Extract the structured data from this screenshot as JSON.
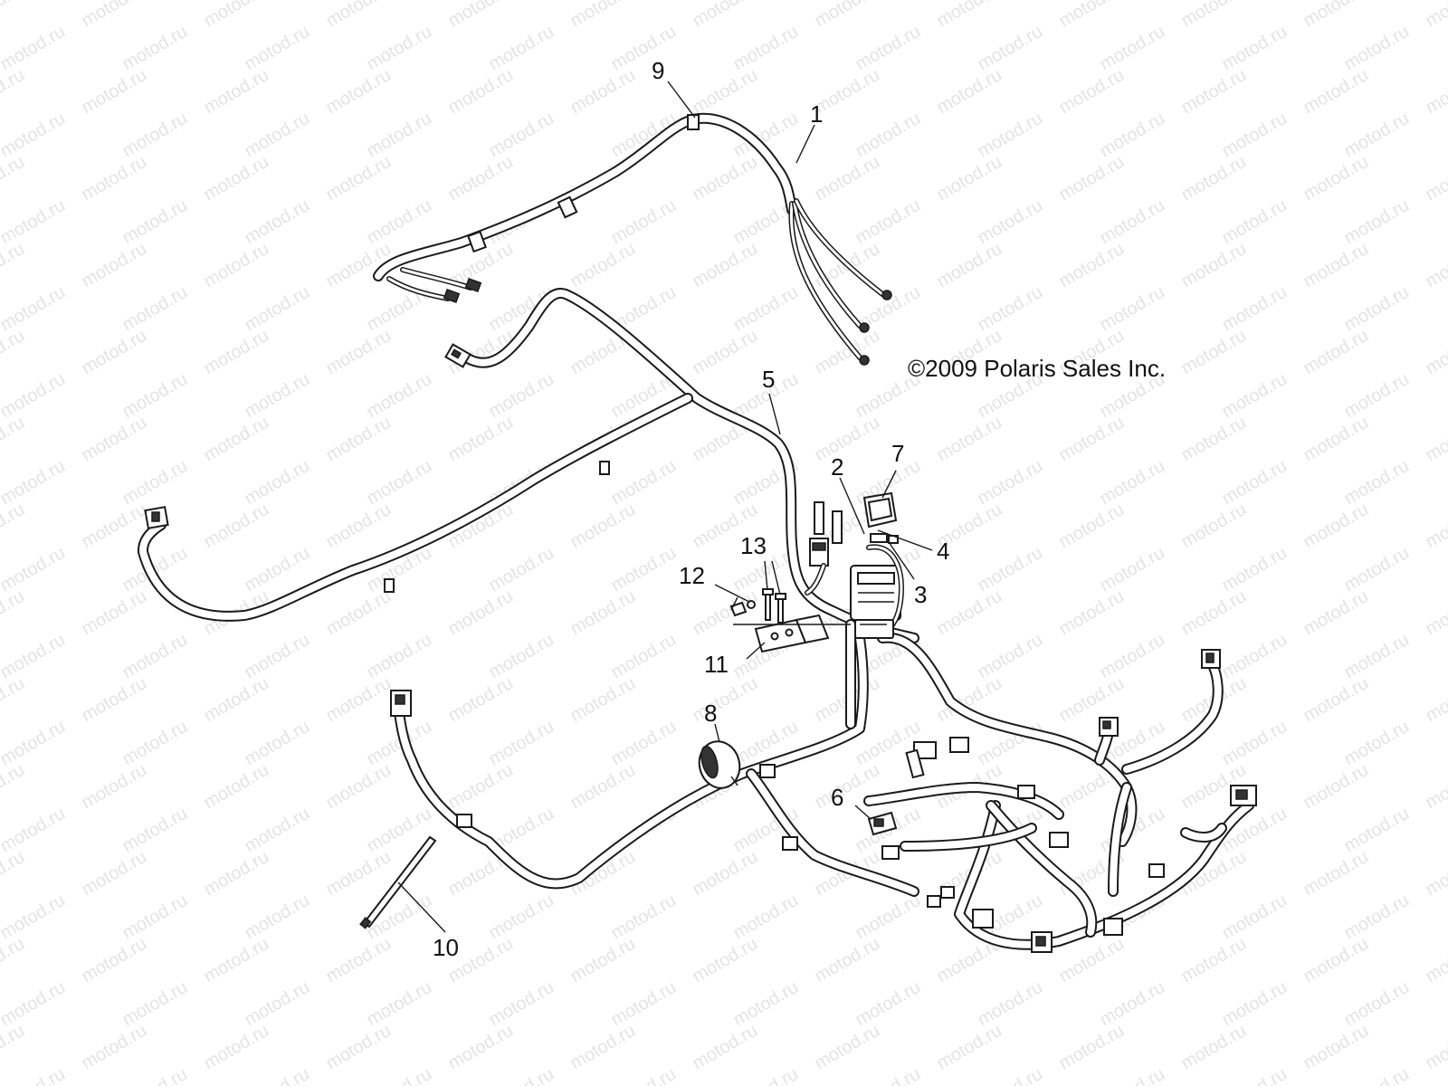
{
  "copyright": "©2009 Polaris Sales Inc.",
  "watermark_text": "motod.ru",
  "callouts": [
    {
      "id": "callout-1",
      "label": "1"
    },
    {
      "id": "callout-2",
      "label": "2"
    },
    {
      "id": "callout-3",
      "label": "3"
    },
    {
      "id": "callout-4",
      "label": "4"
    },
    {
      "id": "callout-5",
      "label": "5"
    },
    {
      "id": "callout-6",
      "label": "6"
    },
    {
      "id": "callout-7",
      "label": "7"
    },
    {
      "id": "callout-8",
      "label": "8"
    },
    {
      "id": "callout-9",
      "label": "9"
    },
    {
      "id": "callout-10",
      "label": "10"
    },
    {
      "id": "callout-11",
      "label": "11"
    },
    {
      "id": "callout-12",
      "label": "12"
    },
    {
      "id": "callout-13",
      "label": "13"
    }
  ]
}
